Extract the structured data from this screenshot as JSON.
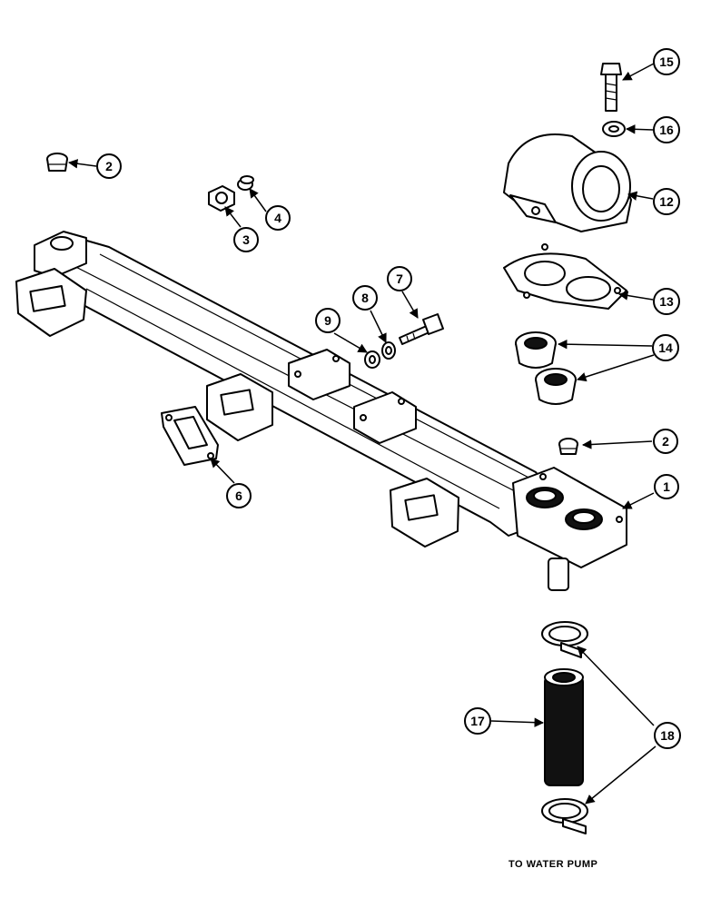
{
  "caption": "TO WATER PUMP",
  "callouts": {
    "c1": "1",
    "c2a": "2",
    "c2b": "2",
    "c3": "3",
    "c4": "4",
    "c6": "6",
    "c7": "7",
    "c8": "8",
    "c9": "9",
    "c12": "12",
    "c13": "13",
    "c14": "14",
    "c15": "15",
    "c16": "16",
    "c17": "17",
    "c18": "18"
  }
}
